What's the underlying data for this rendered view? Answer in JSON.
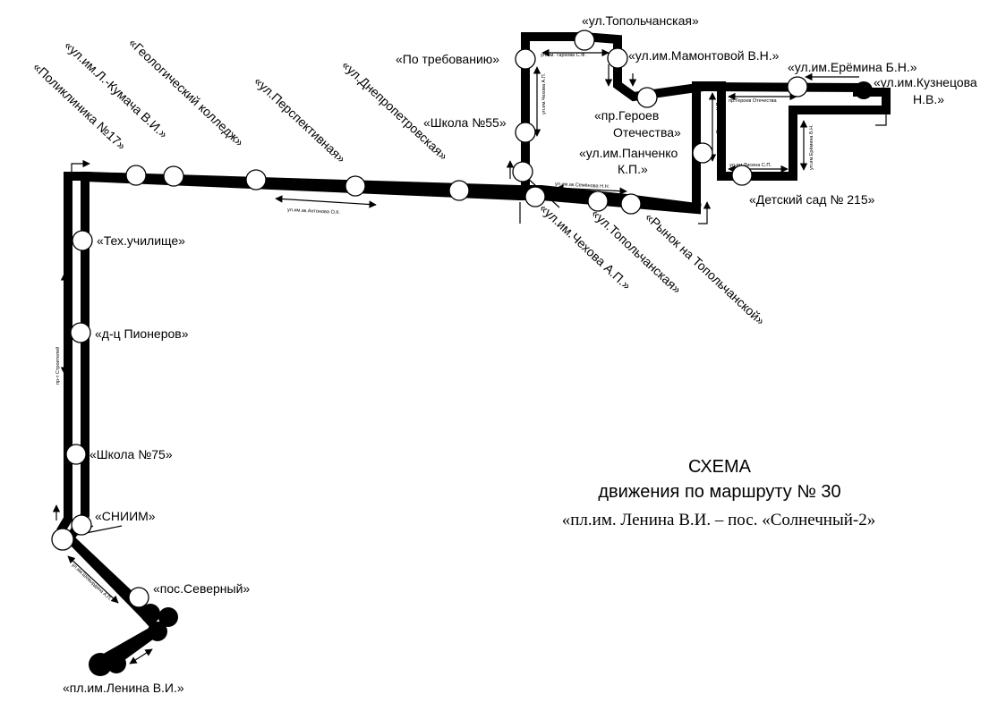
{
  "title": {
    "line1": "СХЕМА",
    "line2": "движения по маршруту № 30",
    "line3": "«пл.им. Ленина В.И. – пос. «Солнечный-2»"
  },
  "stops": {
    "poliklinika": "«Поликлиника №17»",
    "kumacha": "«ул.им.Л.-Кумача В.И.»",
    "geolog": "«Геологический колледж»",
    "perspekt": "«ул.Перспективная»",
    "dnepr": "«ул.Днепропетровская»",
    "po_treb": "«По требованию»",
    "shkola55": "«Школа №55»",
    "topol_top": "«ул.Топольчанская»",
    "mamontova": "«ул.им.Мамонтовой В.Н.»",
    "geroev_1": "«пр.Героев",
    "geroev_2": "Отечества»",
    "eremina": "«ул.им.Ерёмина Б.Н.»",
    "kuznec_1": "«ул.им.Кузнецова",
    "kuznec_2": "Н.В.»",
    "panch_1": "«ул.им.Панченко",
    "panch_2": "К.П.»",
    "detsad": "«Детский сад № 215»",
    "chehova": "«ул.им.Чехова А.П.»",
    "topol_bot": "«ул.Топольчанская»",
    "rynok": "«Рынок на Топольчанской»",
    "tech": "«Тех.училище»",
    "pioner": "«д-ц Пионеров»",
    "shkola75": "«Школа №75»",
    "sniim": "«СНИИМ»",
    "severny": "«пос.Северный»",
    "lenina": "«пл.им.Ленина В.И.»"
  },
  "streets": {
    "antonova": "ул.им.ак.Антонова О.К.",
    "stroitelei": "пр-т Строителей",
    "shevyrdina": "ул.им.Шевырдина А.П.",
    "tarhova": "ул.им. Тархова С.Ф.",
    "chehova": "ул.им.Чехова А.П.",
    "semenova": "ул.им.ак.Семёнова Н.Н.",
    "geroev": "пр.Героев Отечества",
    "panchenko": "ул.им.Панченко К.П.",
    "lisina": "ул.им.Лисина С.П.",
    "eremina": "ул.им.Ерёмина Б.Н."
  }
}
